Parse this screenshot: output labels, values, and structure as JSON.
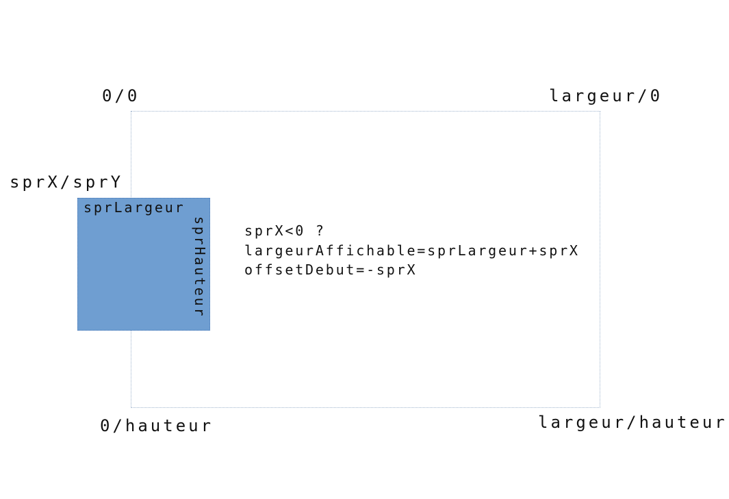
{
  "canvas": {
    "background_color": "#ffffff",
    "text_color": "#111111"
  },
  "screen_rect": {
    "border_color": "#9fb4cd",
    "corners": {
      "top_left": "0/0",
      "top_right": "largeur/0",
      "bottom_left": "0/hauteur",
      "bottom_right": "largeur/hauteur"
    }
  },
  "sprite_rect": {
    "fill_color": "#6f9ed1",
    "border_color": "#4a7ab8",
    "position_label": "sprX/sprY",
    "width_label": "sprLargeur",
    "height_label": "sprHauteur"
  },
  "annotation": {
    "lines": [
      "sprX<0 ?",
      "largeurAffichable=sprLargeur+sprX",
      "offsetDebut=-sprX"
    ]
  }
}
